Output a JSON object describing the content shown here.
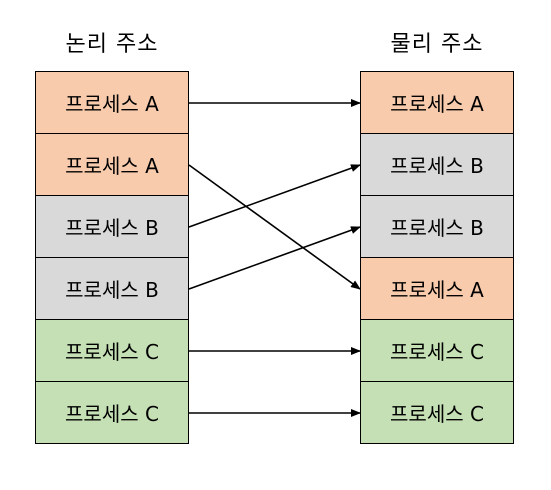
{
  "titles": {
    "logical": "논리 주소",
    "physical": "물리 주소"
  },
  "colors": {
    "A": "#f8cbad",
    "B": "#d9d9d9",
    "C": "#c5e0b4"
  },
  "logical": [
    {
      "label": "프로세스 A",
      "group": "A"
    },
    {
      "label": "프로세스 A",
      "group": "A"
    },
    {
      "label": "프로세스 B",
      "group": "B"
    },
    {
      "label": "프로세스 B",
      "group": "B"
    },
    {
      "label": "프로세스 C",
      "group": "C"
    },
    {
      "label": "프로세스 C",
      "group": "C"
    }
  ],
  "physical": [
    {
      "label": "프로세스 A",
      "group": "A"
    },
    {
      "label": "프로세스 B",
      "group": "B"
    },
    {
      "label": "프로세스 B",
      "group": "B"
    },
    {
      "label": "프로세스 A",
      "group": "A"
    },
    {
      "label": "프로세스 C",
      "group": "C"
    },
    {
      "label": "프로세스 C",
      "group": "C"
    }
  ],
  "mappings": [
    {
      "from": 0,
      "to": 0
    },
    {
      "from": 1,
      "to": 3
    },
    {
      "from": 2,
      "to": 1
    },
    {
      "from": 3,
      "to": 2
    },
    {
      "from": 4,
      "to": 4
    },
    {
      "from": 5,
      "to": 5
    }
  ]
}
